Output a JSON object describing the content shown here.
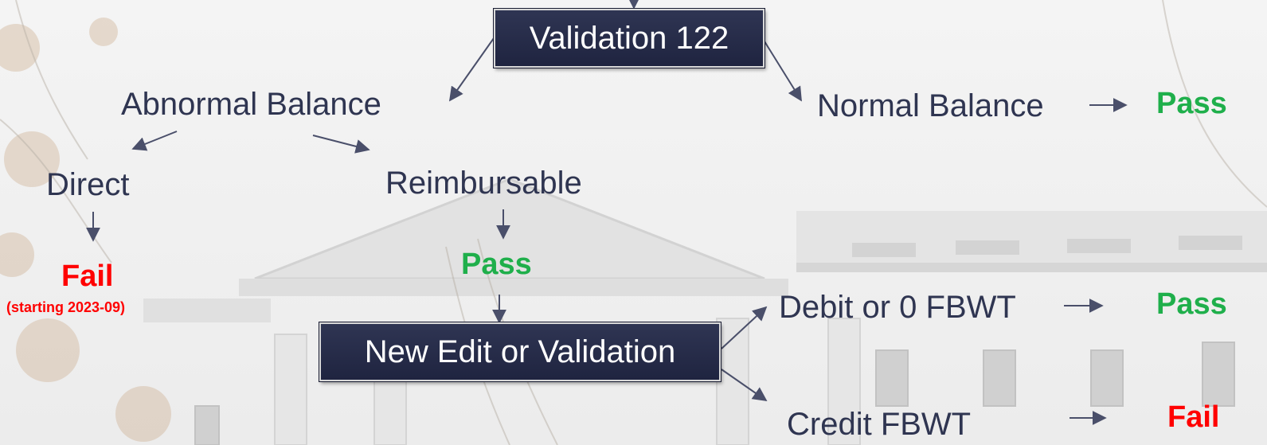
{
  "diagram": {
    "validation_box": "Validation 122",
    "abnormal_balance": "Abnormal Balance",
    "normal_balance": "Normal Balance",
    "normal_result": "Pass",
    "direct": "Direct",
    "direct_result": "Fail",
    "direct_note": "(starting 2023-09)",
    "reimbursable": "Reimbursable",
    "reimbursable_result": "Pass",
    "new_edit_box": "New Edit or Validation",
    "debit_fbwt": "Debit or 0 FBWT",
    "debit_result": "Pass",
    "credit_fbwt": "Credit FBWT",
    "credit_result": "Fail"
  },
  "colors": {
    "pass": "#1faf4b",
    "fail": "#ff0000",
    "text": "#2f3551",
    "box_fill": "#2a2f4b",
    "arrow": "#4a4f6a"
  }
}
